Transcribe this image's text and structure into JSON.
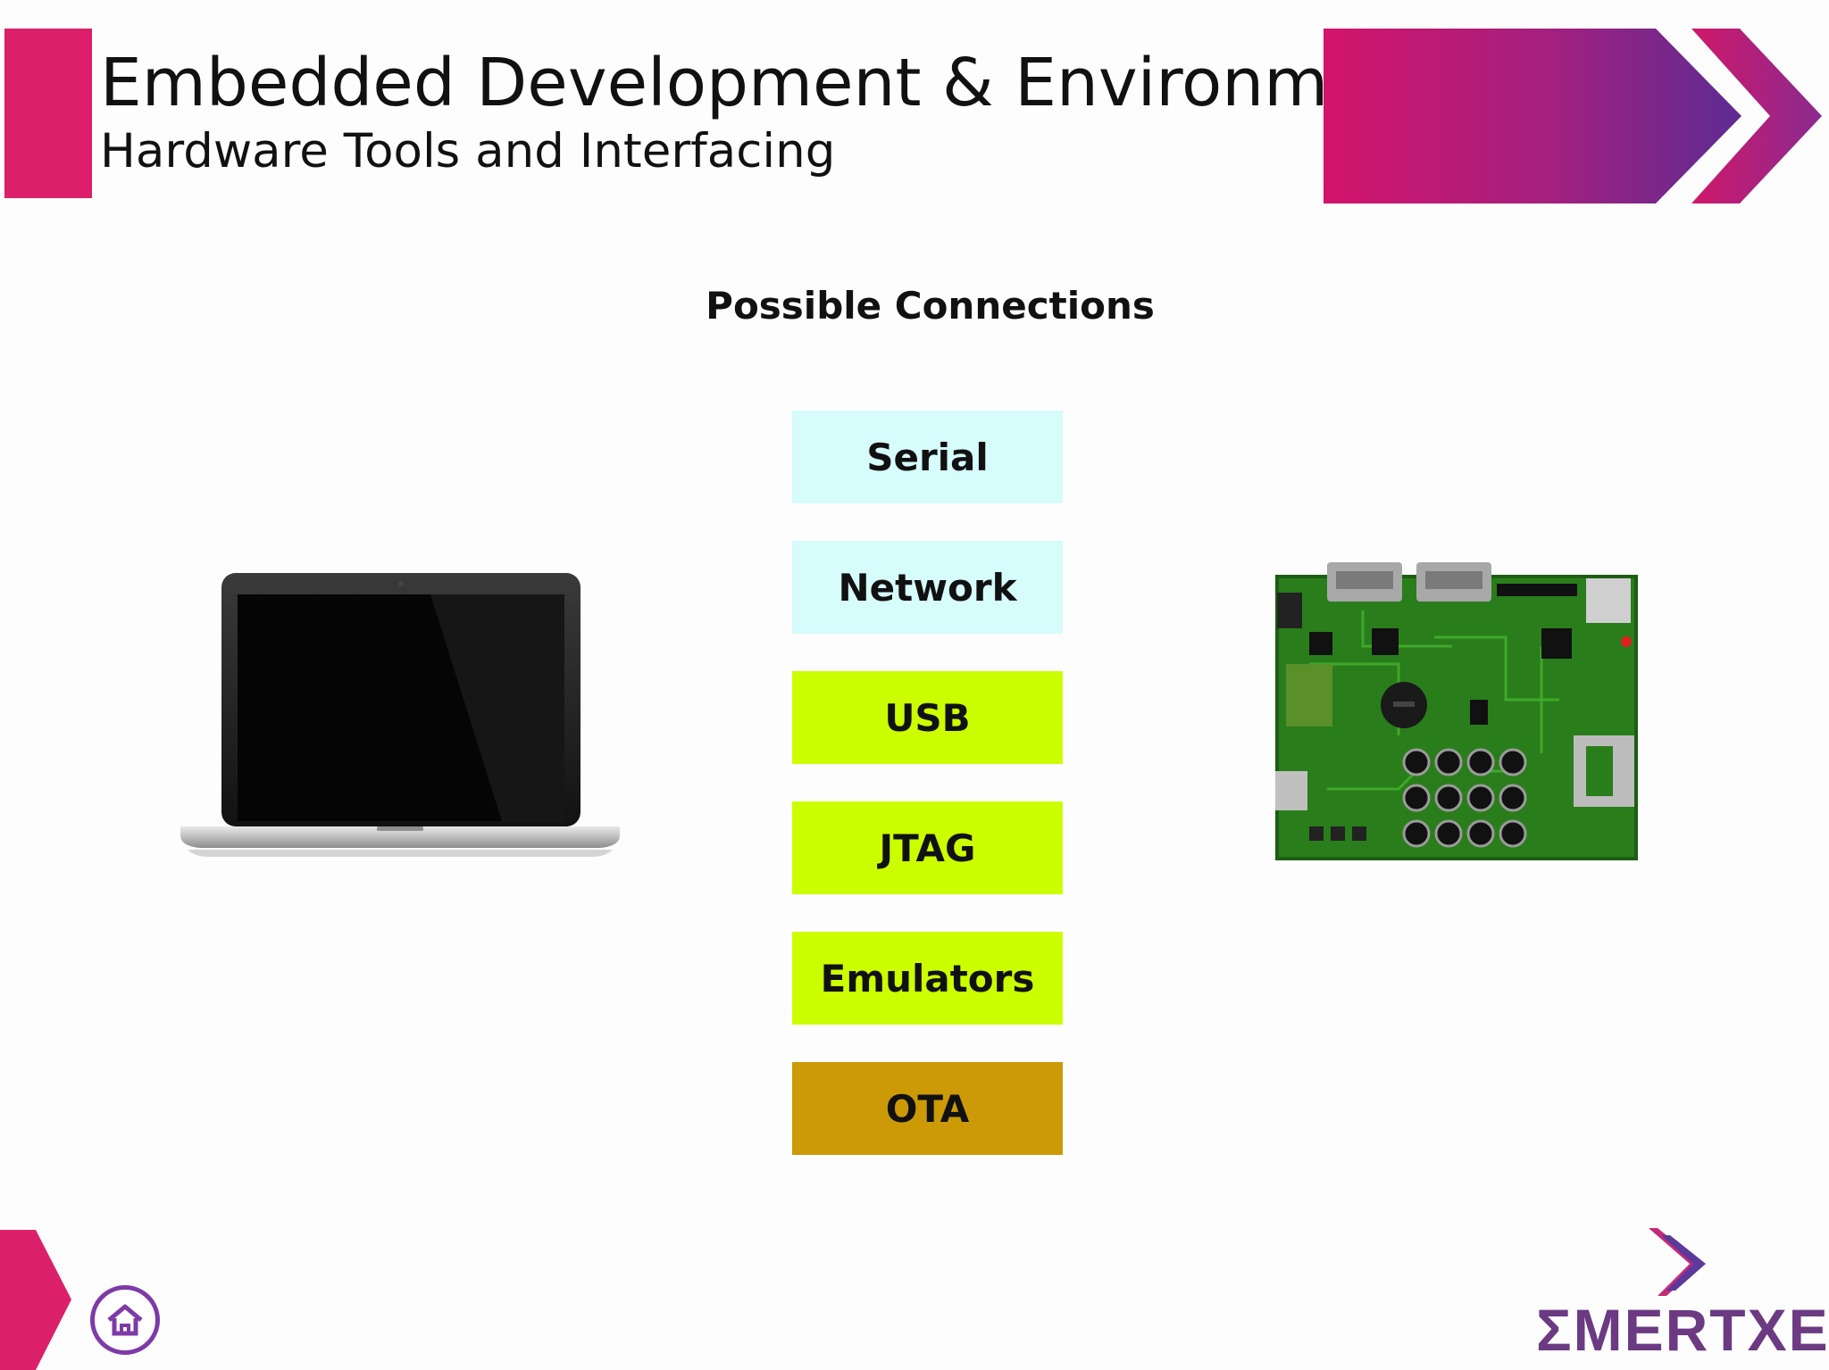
{
  "header": {
    "title": "Embedded Development & Environment",
    "subtitle": "Hardware Tools and Interfacing"
  },
  "section": {
    "title": "Possible Connections"
  },
  "connections": [
    {
      "label": "Serial",
      "color": "#d6fcfc"
    },
    {
      "label": "Network",
      "color": "#d6fcfc"
    },
    {
      "label": "USB",
      "color": "#cbff00"
    },
    {
      "label": "JTAG",
      "color": "#cbff00"
    },
    {
      "label": "Emulators",
      "color": "#cbff00"
    },
    {
      "label": "OTA",
      "color": "#cc9a06"
    }
  ],
  "images": {
    "laptop": "laptop-icon",
    "board": "embedded-board-image"
  },
  "footer": {
    "home_icon": "home-icon",
    "logo_text": "ΣMERTXE"
  },
  "colors": {
    "accent_pink": "#dc1f6a",
    "accent_purple": "#6b3a82"
  }
}
